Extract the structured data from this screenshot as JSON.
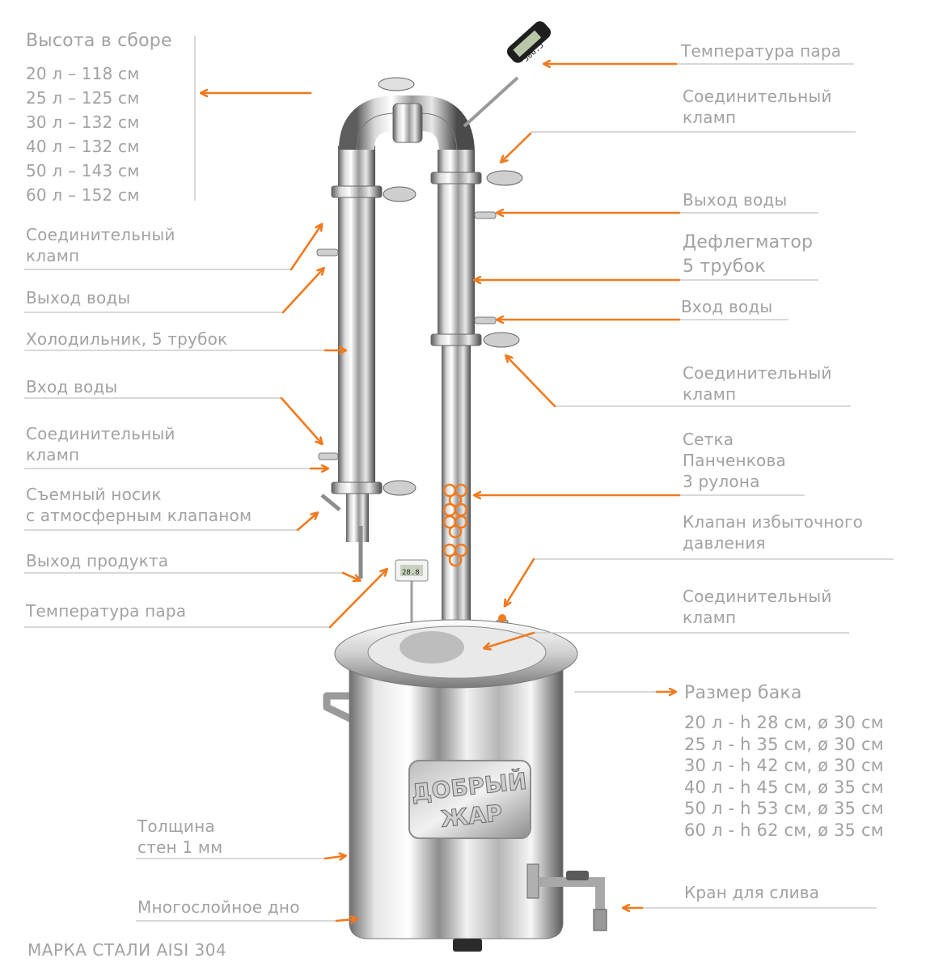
{
  "labels": {
    "assembly_height_title": "Высота в сборе",
    "assembly_heights": [
      "20 л – 118 см",
      "25 л – 125 см",
      "30 л – 132 см",
      "40 л – 132 см",
      "50 л – 143 см",
      "60 л – 152 см"
    ],
    "left": {
      "clamp_1": [
        "Соединительный",
        "кламп"
      ],
      "water_out": "Выход воды",
      "cooler": "Холодильник, 5 трубок",
      "water_in": "Вход воды",
      "clamp_2": [
        "Соединительный",
        "кламп"
      ],
      "nozzle": [
        "Съемный носик",
        "с атмосферным клапаном"
      ],
      "product_out": "Выход продукта",
      "vapor_temp": "Температура пара",
      "wall": [
        "Толщина",
        "стен 1 мм"
      ],
      "bottom": "Многослойное дно"
    },
    "right": {
      "vapor_temp": "Температура пара",
      "clamp_1": [
        "Соединительный",
        "кламп"
      ],
      "water_out": "Выход воды",
      "dephlegmator": [
        "Дефлегматор",
        "5 трубок"
      ],
      "water_in": "Вход воды",
      "clamp_2": [
        "Соединительный",
        "кламп"
      ],
      "mesh": [
        "Сетка",
        "Панченкова",
        "3 рулона"
      ],
      "valve": [
        "Клапан избыточного",
        "давления"
      ],
      "clamp_3": [
        "Соединительный",
        "кламп"
      ],
      "tank_title": "Размер бака",
      "tank_sizes": [
        "20 л - h 28 см, ø 30 см",
        "25 л - h 35 см, ø 30 см",
        "30 л - h 42 см, ø 30 см",
        "40 л - h 45 см, ø 35 см",
        "50 л - h 53 см, ø 35 см",
        "60 л - h 62 см, ø 35 см"
      ],
      "drain": "Кран для слива"
    },
    "steel": "МАРКА СТАЛИ AISI 304"
  },
  "product": {
    "brand_line1": "ДОБРЫЙ",
    "brand_line2": "ЖАР",
    "thermo_big_reading": "306.5",
    "thermo_small_reading": "28.8"
  },
  "colors": {
    "accent": "#f07a1e",
    "label_text": "#a2a2a2",
    "leader_line": "#c2c2c2",
    "steel_light": "#f5f5f5",
    "steel_dark": "#6b6b6b"
  }
}
